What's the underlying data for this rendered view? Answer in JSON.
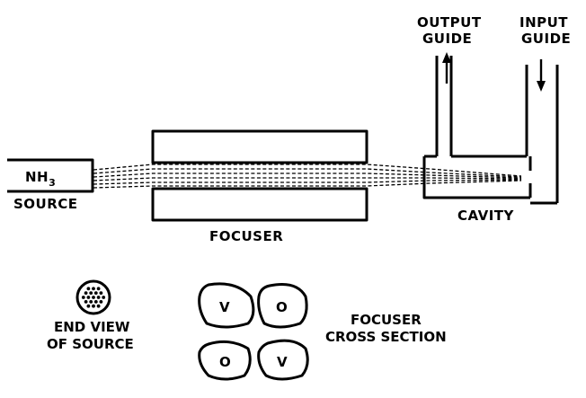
{
  "labels": {
    "source_gas_main": "NH",
    "source_gas_sub": "3",
    "source": "SOURCE",
    "focuser": "FOCUSER",
    "cavity": "CAVITY",
    "output_guide_line1": "OUTPUT",
    "output_guide_line2": "GUIDE",
    "input_guide_line1": "INPUT",
    "input_guide_line2": "GUIDE",
    "end_view_line1": "END VIEW",
    "end_view_line2": "OF SOURCE",
    "cross_section_line1": "FOCUSER",
    "cross_section_line2": "CROSS SECTION"
  },
  "rods": [
    {
      "position": "top-left",
      "label": "V"
    },
    {
      "position": "top-right",
      "label": "O"
    },
    {
      "position": "bottom-left",
      "label": "O"
    },
    {
      "position": "bottom-right",
      "label": "V"
    }
  ],
  "colors": {
    "ink": "#000000",
    "paper": "#ffffff"
  }
}
